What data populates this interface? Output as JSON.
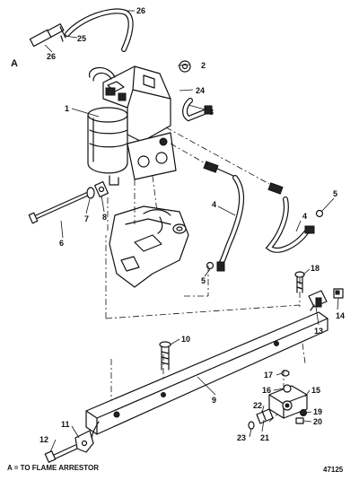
{
  "diagram": {
    "view_letter": "A",
    "callouts": [
      "1",
      "2",
      "3",
      "4",
      "4",
      "5",
      "5",
      "6",
      "7",
      "8",
      "9",
      "10",
      "11",
      "12",
      "13",
      "14",
      "15",
      "16",
      "17",
      "18",
      "19",
      "20",
      "21",
      "22",
      "23",
      "24",
      "25",
      "26",
      "26"
    ],
    "footnote": "A = TO FLAME ARRESTOR",
    "drawing_number": "47125"
  }
}
